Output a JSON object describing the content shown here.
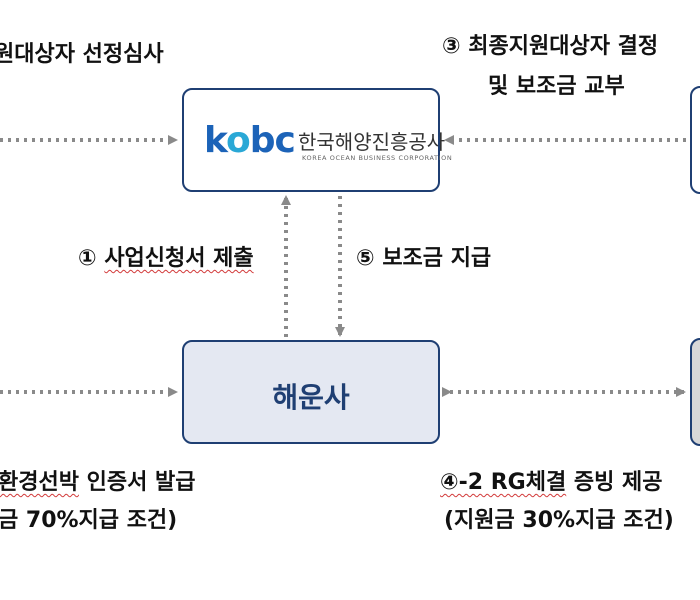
{
  "labels": {
    "top_left": "원대상자 선정심사",
    "top_right_line1": "③ 최종지원대상자 결정",
    "top_right_line2": "및 보조금 교부",
    "step1_num": "①",
    "step1_text": "사업신청서 제출",
    "step5_num": "⑤",
    "step5_text": "보조금 지급",
    "bottom_left_line1_a": "환경선박",
    "bottom_left_line1_b": " 인증서 발급",
    "bottom_left_line2": "금 70%지급 조건)",
    "bottom_right_line1_a": "④-2 RG체결",
    "bottom_right_line1_b": " 증빙 제공",
    "bottom_right_line2": "(지원금 30%지급 조건)"
  },
  "nodes": {
    "kobc": {
      "logo_k": "k",
      "logo_o": "o",
      "logo_bc": "bc",
      "name_kr": "한국해양진흥공사",
      "name_en": "KOREA OCEAN BUSINESS CORPORATION"
    },
    "shipping_company": {
      "label": "해운사"
    }
  },
  "colors": {
    "box_border": "#1f3f73",
    "shipping_fill": "#e4e8f2",
    "arrow": "#8a8a8a",
    "logo_blue": "#1c63b8",
    "logo_cyan": "#2aa8d6"
  }
}
